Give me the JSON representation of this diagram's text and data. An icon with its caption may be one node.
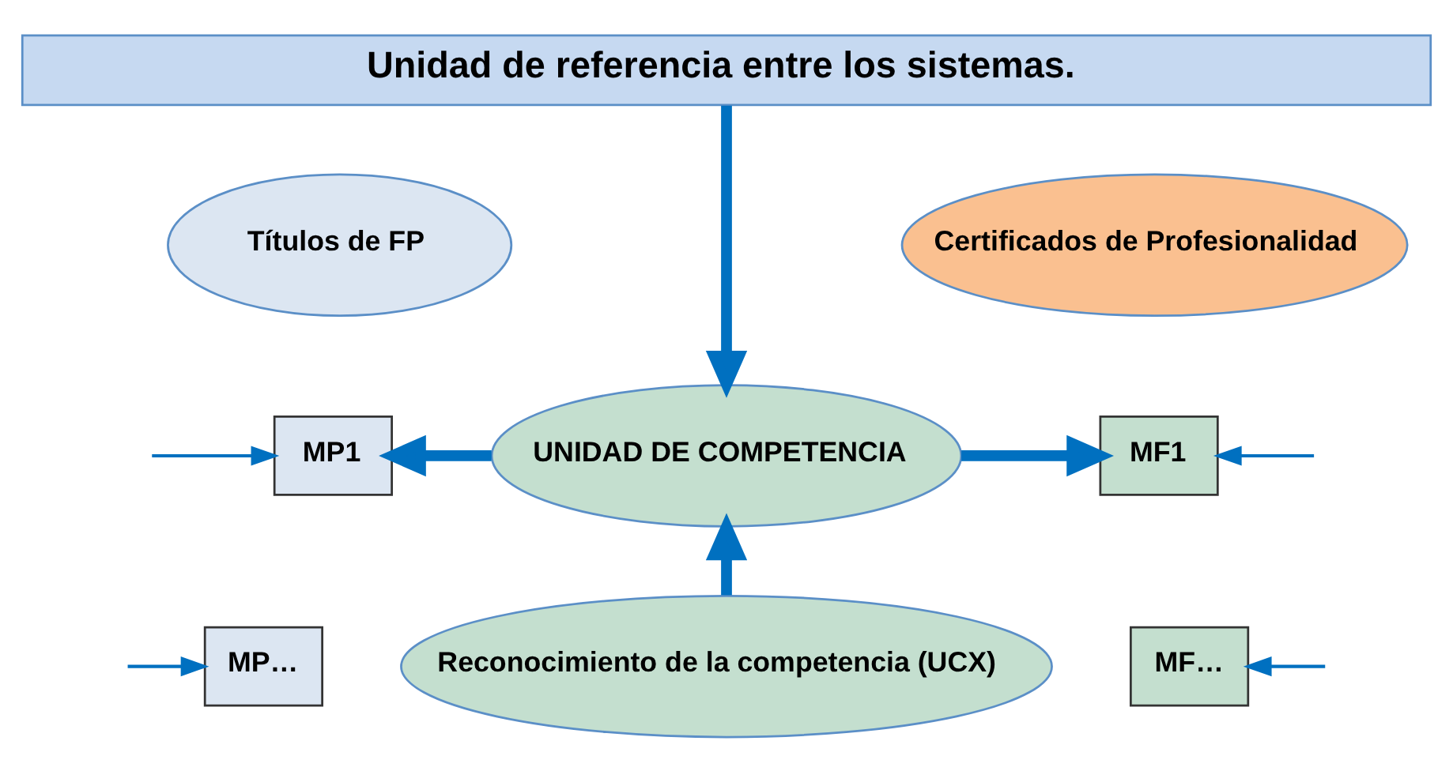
{
  "diagram": {
    "nodes": [
      {
        "text": [
          "Unidad de referencia entre los sistemas."
        ]
      },
      {
        "text": [
          "Títulos de FP"
        ]
      },
      {
        "text": [
          "Certificados de Profesionalidad"
        ]
      },
      {
        "text": [
          "UNIDAD DE COMPETENCIA"
        ]
      },
      {
        "text": [
          "MP1"
        ]
      },
      {
        "text": [
          "MP…"
        ]
      },
      {
        "text": [
          "MF1"
        ]
      },
      {
        "text": [
          "MF…"
        ]
      },
      {
        "text": [
          "Reconocimiento de la competencia (UCX)"
        ]
      }
    ],
    "edges": [
      {
        "from": 0,
        "to": 3,
        "arrow": "to",
        "style": "thick"
      },
      {
        "from": 3,
        "to": 4,
        "arrow": "to",
        "style": "thick"
      },
      {
        "from": 3,
        "to": 6,
        "arrow": "to",
        "style": "thick"
      },
      {
        "from": 8,
        "to": 3,
        "arrow": "to",
        "style": "thick"
      },
      {
        "from": null,
        "to": 4,
        "arrow": "to"
      },
      {
        "from": null,
        "to": 5,
        "arrow": "to"
      },
      {
        "from": null,
        "to": 6,
        "arrow": "to"
      },
      {
        "from": null,
        "to": 7,
        "arrow": "to"
      }
    ]
  }
}
